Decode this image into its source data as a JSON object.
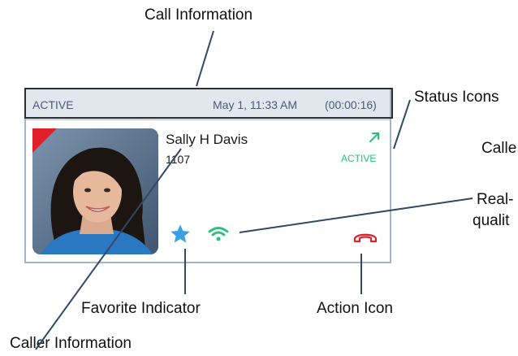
{
  "callouts": {
    "call_information": "Call Information",
    "status_icons": "Status Icons",
    "caller_partial": "Calle",
    "realtime_line1": "Real-",
    "realtime_line2": "qualit",
    "favorite_indicator": "Favorite Indicator",
    "action_icon": "Action Icon",
    "caller_information": "Caller Information"
  },
  "card": {
    "header": {
      "status": "ACTIVE",
      "date": "May 1, 11:33 AM",
      "duration": "(00:00:16)"
    },
    "caller": {
      "name": "Sally H Davis",
      "extension": "1107",
      "photo_icon": "caller-photo"
    },
    "status": {
      "direction_icon": "outgoing-arrow-icon",
      "label": "ACTIVE"
    },
    "favorite_icon": "star-icon",
    "quality_icon": "wifi-signal-icon",
    "action_icon": "hang-up-icon"
  },
  "colors": {
    "header_bg": "#e2e7ee",
    "header_text": "#4a5a75",
    "card_border": "#a8b4c4",
    "active_green": "#27c27a",
    "favorite_blue": "#3aa0e0",
    "hangup_red": "#e0202a",
    "corner_red": "#e0202a"
  }
}
